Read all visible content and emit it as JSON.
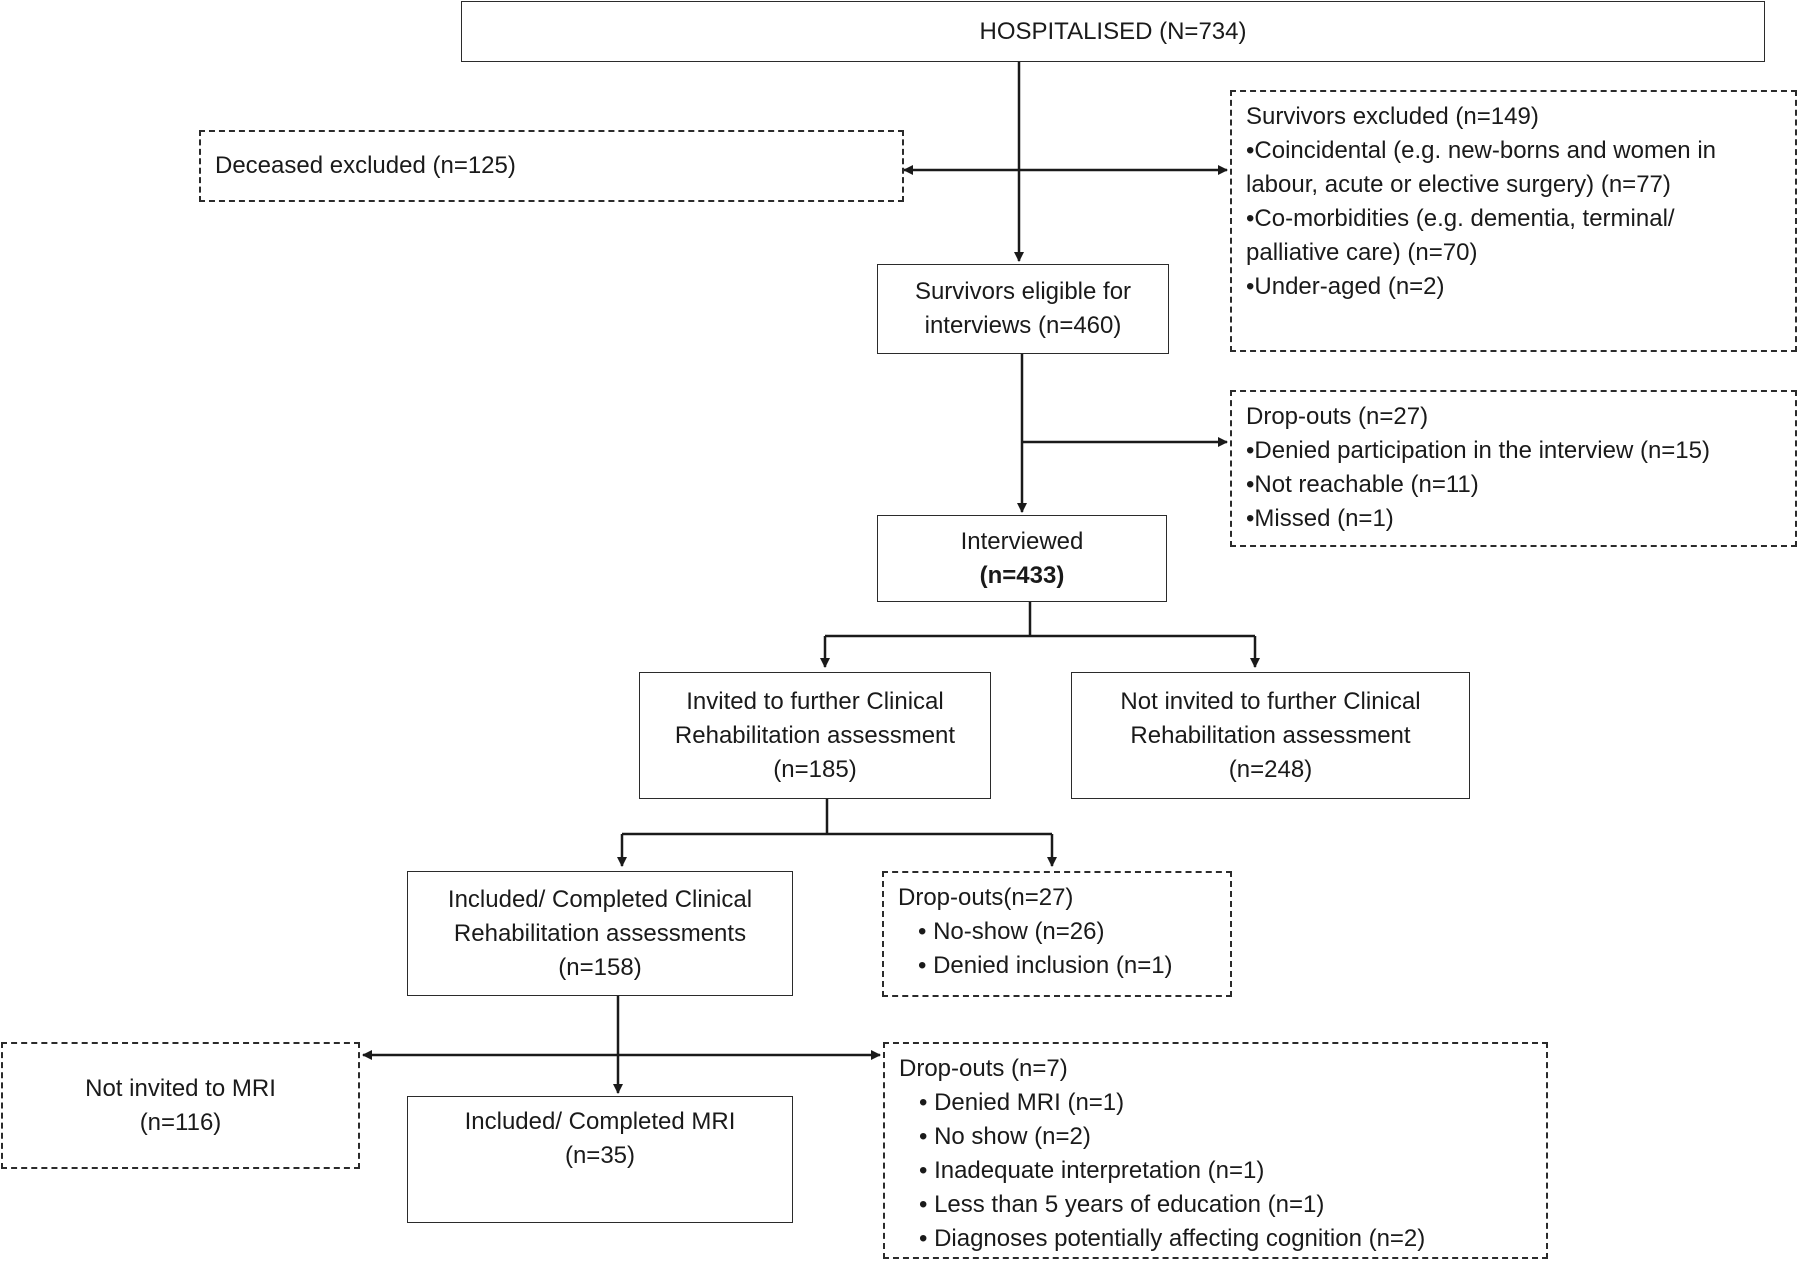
{
  "hospitalised": {
    "label": "HOSPITALISED (N=734)"
  },
  "deceased_excluded": {
    "label": "Deceased excluded (n=125)"
  },
  "survivors_excluded": {
    "title": "Survivors excluded (n=149)",
    "items": [
      "•Coincidental (e.g. new-borns and women in",
      "labour, acute or elective surgery) (n=77)",
      "•Co-morbidities (e.g. dementia, terminal/",
      "palliative care) (n=70)",
      "•Under-aged (n=2)"
    ]
  },
  "survivors_eligible": {
    "line1": "Survivors eligible for",
    "line2": "interviews (n=460)"
  },
  "dropouts_interview": {
    "title": "Drop-outs (n=27)",
    "items": [
      "•Denied participation in the interview (n=15)",
      "•Not reachable (n=11)",
      "•Missed (n=1)"
    ]
  },
  "interviewed": {
    "label": "Interviewed",
    "count": "(n=433)"
  },
  "invited_assessment": {
    "line1": "Invited to further Clinical",
    "line2": "Rehabilitation assessment",
    "count": "(n=185)"
  },
  "not_invited_assessment": {
    "line1": "Not invited to further Clinical",
    "line2": "Rehabilitation assessment",
    "count": "(n=248)"
  },
  "completed_assessment": {
    "line1": "Included/ Completed Clinical",
    "line2": "Rehabilitation assessments",
    "count": "(n=158)"
  },
  "dropouts_assessment": {
    "title": "Drop-outs(n=27)",
    "items": [
      "• No-show (n=26)",
      "• Denied inclusion (n=1)"
    ]
  },
  "not_invited_mri": {
    "label": "Not invited to MRI",
    "count": "(n=116)"
  },
  "completed_mri": {
    "label": "Included/ Completed MRI",
    "count": "(n=35)"
  },
  "dropouts_mri": {
    "title": "Drop-outs (n=7)",
    "items": [
      "• Denied MRI  (n=1)",
      "•  No show (n=2)",
      "•  Inadequate interpretation (n=1)",
      "• Less than 5 years of education (n=1)",
      "• Diagnoses potentially affecting cognition (n=2)"
    ]
  }
}
